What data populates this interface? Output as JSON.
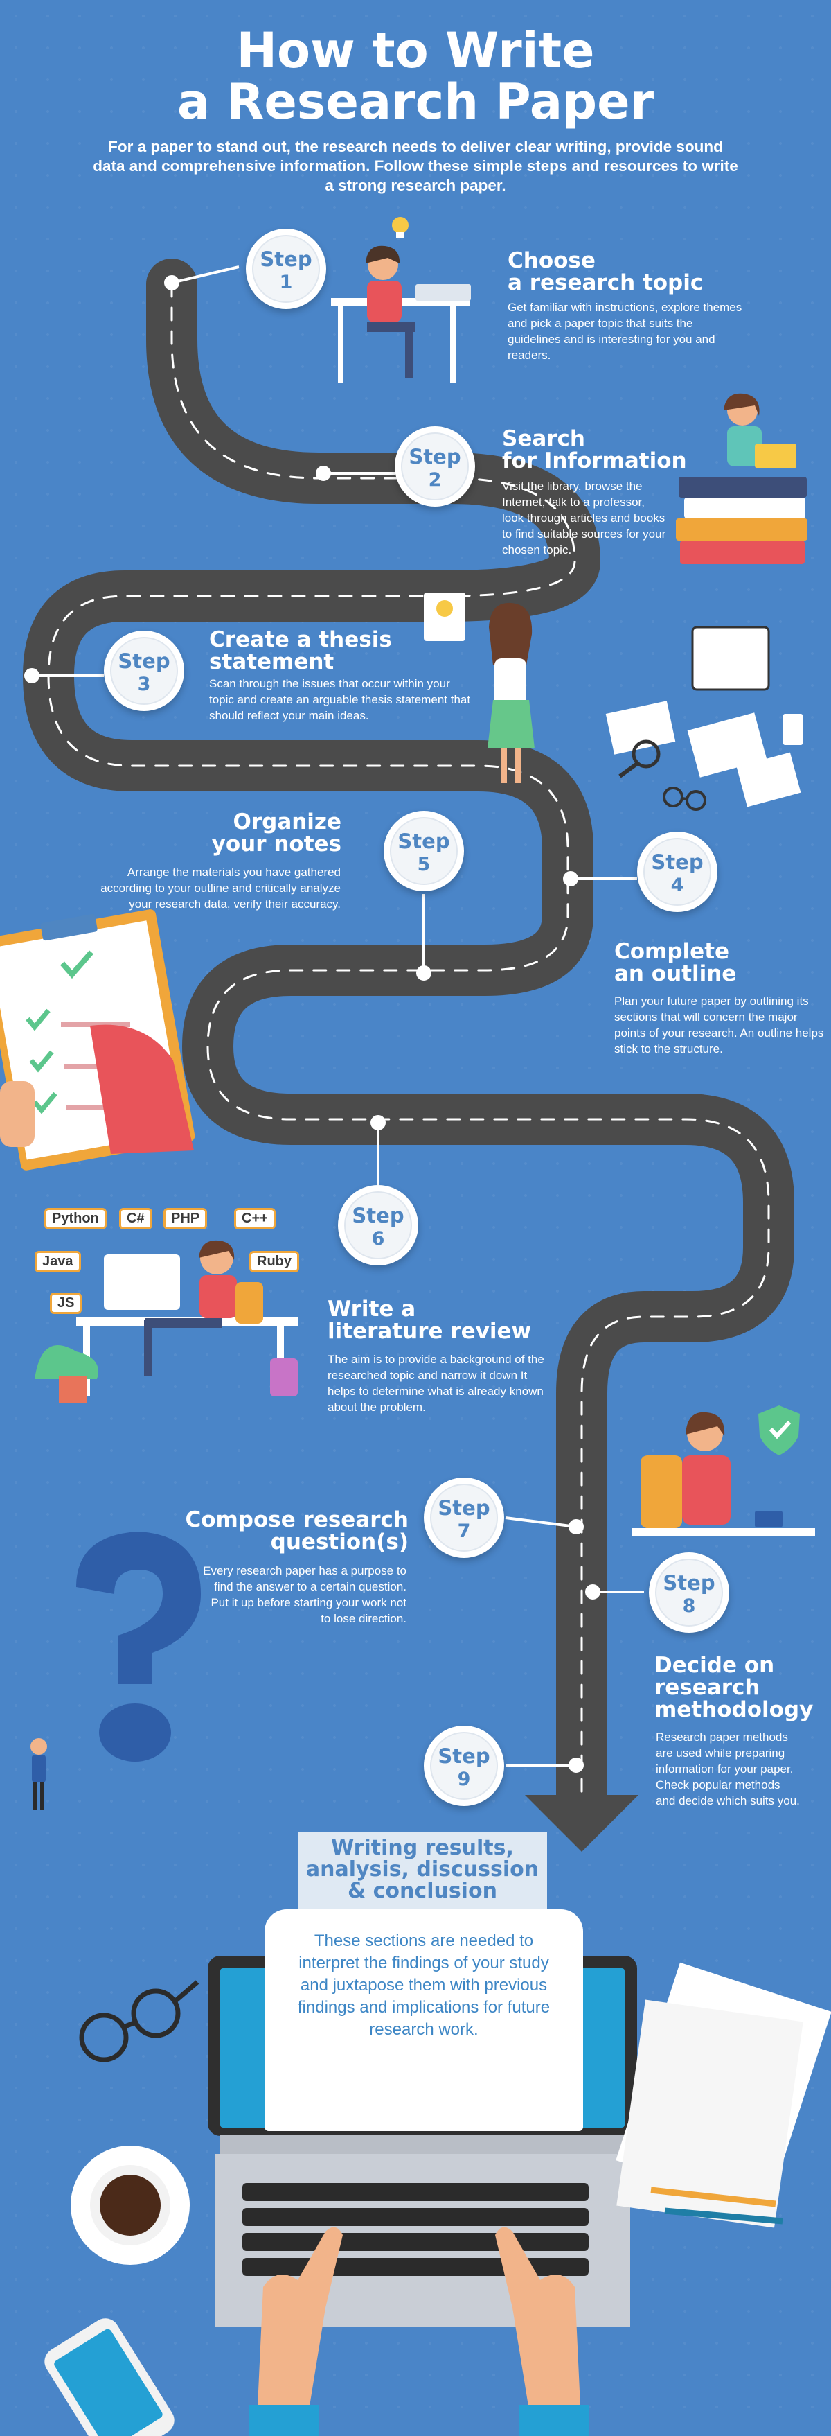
{
  "title": {
    "line1": "How to Write",
    "line2": "a Research Paper"
  },
  "intro": "For a paper to stand out, the research needs to deliver clear writing, provide sound data and comprehensive information. Follow these simple steps and resources to write a strong research paper.",
  "step_word": "Step",
  "steps": [
    {
      "number": "1",
      "title_line1": "Choose",
      "title_line2": "a research topic",
      "text": "Get familiar with instructions, explore themes and pick a paper topic that suits the guidelines and is interesting for you and readers."
    },
    {
      "number": "2",
      "title_line1": "Search",
      "title_line2": "for Information",
      "text": "Visit the library, browse the Internet, talk to a professor, look through articles and books to find suitable sources for your chosen topic."
    },
    {
      "number": "3",
      "title_line1": "Create a thesis",
      "title_line2": "statement",
      "text": "Scan through the issues that occur within your topic and create an arguable thesis statement that should reflect your main ideas."
    },
    {
      "number": "4",
      "title_line1": "Complete",
      "title_line2": "an outline",
      "text": "Plan your future paper by outlining its sections that will concern the major points of your research. An outline helps stick to the structure."
    },
    {
      "number": "5",
      "title_line1": "Organize",
      "title_line2": "your notes",
      "text": "Arrange the materials you have gathered according to your outline and critically analyze your research data, verify their accuracy."
    },
    {
      "number": "6",
      "title_line1": "Write a",
      "title_line2": "literature review",
      "text": "The aim is to provide a background of the researched topic and narrow it down It helps to determine what is already known about the problem."
    },
    {
      "number": "7",
      "title_line1": "Compose research",
      "title_line2": "question(s)",
      "text": "Every research paper has a purpose to find the answer to a certain question. Put it up before starting your work not to lose direction."
    },
    {
      "number": "8",
      "title_line1": "Decide on",
      "title_line2": "research",
      "title_line3": "methodology",
      "text": "Research paper methods are used while preparing information for your paper. Check popular methods and decide which suits you."
    },
    {
      "number": "9"
    }
  ],
  "results": {
    "title_line1": "Writing results,",
    "title_line2": "analysis, discussion",
    "title_line3": "& conclusion",
    "text": "These sections are needed to interpret the findings of your study and juxtapose them with previous findings and implications for future research work."
  },
  "languages": [
    "Python",
    "C#",
    "PHP",
    "C++",
    "Java",
    "Ruby",
    "JS"
  ],
  "icons": [
    "lightbulb-icon",
    "shield-check-icon",
    "question-mark-icon",
    "laptop-icon",
    "coffee-cup-icon",
    "glasses-icon",
    "phone-icon",
    "clipboard-icon",
    "book-stack-icon"
  ],
  "colors": {
    "background": "#4a85c8",
    "road": "#4b4b4b",
    "step_text": "#4f86c2",
    "results_text": "#3d86c5",
    "accent_orange": "#f0a63a"
  }
}
